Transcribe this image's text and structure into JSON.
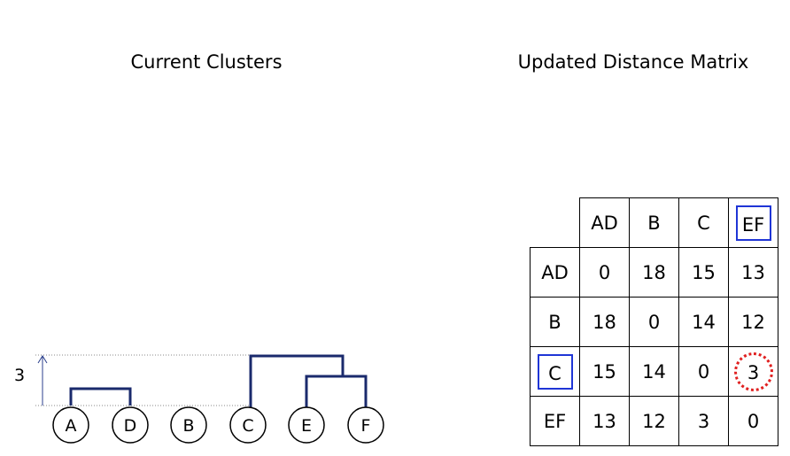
{
  "titles": {
    "left": "Current Clusters",
    "right": "Updated Distance Matrix"
  },
  "dendrogram": {
    "leaves": [
      "A",
      "D",
      "B",
      "C",
      "E",
      "F"
    ],
    "height_label": "3",
    "merges": [
      {
        "members": [
          "A",
          "D"
        ]
      },
      {
        "members": [
          "E",
          "F"
        ]
      },
      {
        "members": [
          "C",
          "EF"
        ],
        "height": 3
      }
    ],
    "colors": {
      "links": "#1a2a6c",
      "guides": "#888888",
      "arrow": "#2b3f8c"
    }
  },
  "matrix": {
    "headers": [
      "AD",
      "B",
      "C",
      "EF"
    ],
    "rows": [
      {
        "label": "AD",
        "values": [
          "0",
          "18",
          "15",
          "13"
        ]
      },
      {
        "label": "B",
        "values": [
          "18",
          "0",
          "14",
          "12"
        ]
      },
      {
        "label": "C",
        "values": [
          "15",
          "14",
          "0",
          "3"
        ]
      },
      {
        "label": "EF",
        "values": [
          "13",
          "12",
          "3",
          "0"
        ]
      }
    ],
    "highlights": {
      "blue_boxed": [
        "header EF",
        "row label C"
      ],
      "red_dotted_circle": "row C, column EF",
      "box_color": "#1f35d6",
      "circle_color": "#e02020"
    }
  }
}
